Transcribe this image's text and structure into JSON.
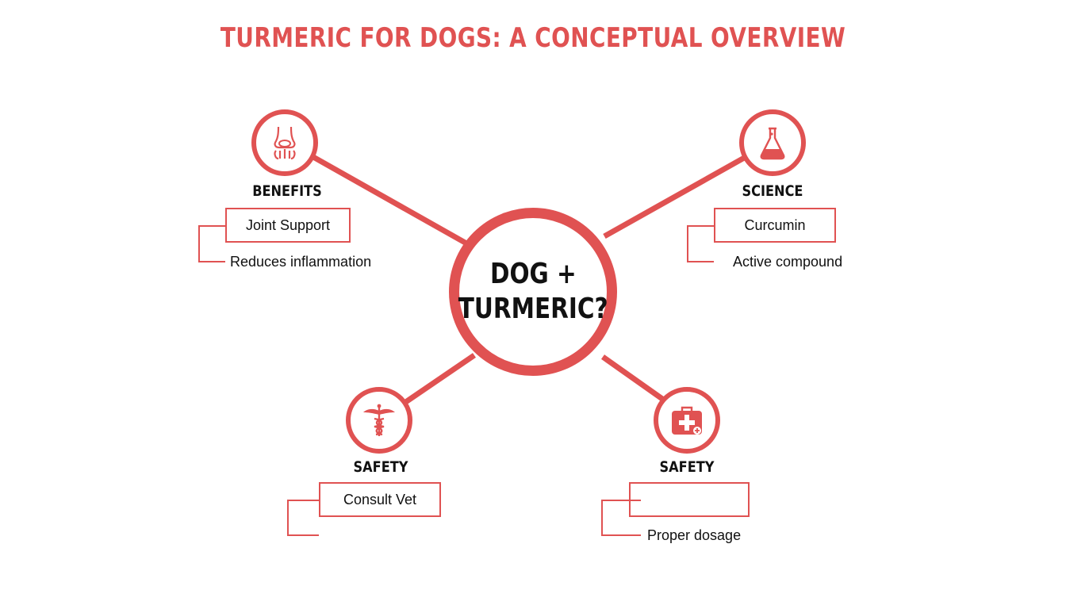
{
  "title": "TURMERIC FOR DOGS: A CONCEPTUAL OVERVIEW",
  "hub": {
    "line1": "DOG +",
    "line2": "TURMERIC?"
  },
  "accent_color": "#e05252",
  "nodes": [
    {
      "icon": "joint-icon",
      "label": "BENEFITS",
      "box_text": "Joint Support",
      "note": "Reduces inflammation"
    },
    {
      "icon": "flask-icon",
      "label": "SCIENCE",
      "box_text": "Curcumin",
      "note": "Active compound"
    },
    {
      "icon": "caduceus-icon",
      "label": "SAFETY",
      "box_text": "Consult Vet",
      "note": ""
    },
    {
      "icon": "first-aid-kit-icon",
      "label": "SAFETY",
      "box_text": "",
      "note": "Proper dosage"
    }
  ]
}
